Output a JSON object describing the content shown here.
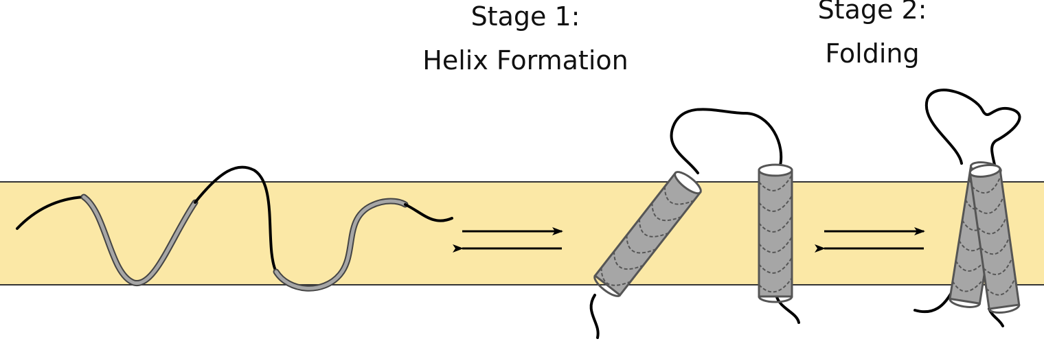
{
  "stage1": {
    "line1": "Stage 1:",
    "line2": "Helix Formation"
  },
  "stage2": {
    "line1": "Stage 2:",
    "line2": "Folding"
  },
  "colors": {
    "membrane": "#fbe8a6",
    "line": "#000000",
    "helix_fill": "#a6a6a6",
    "helix_stroke": "#555555",
    "helix_top": "#ffffff"
  }
}
